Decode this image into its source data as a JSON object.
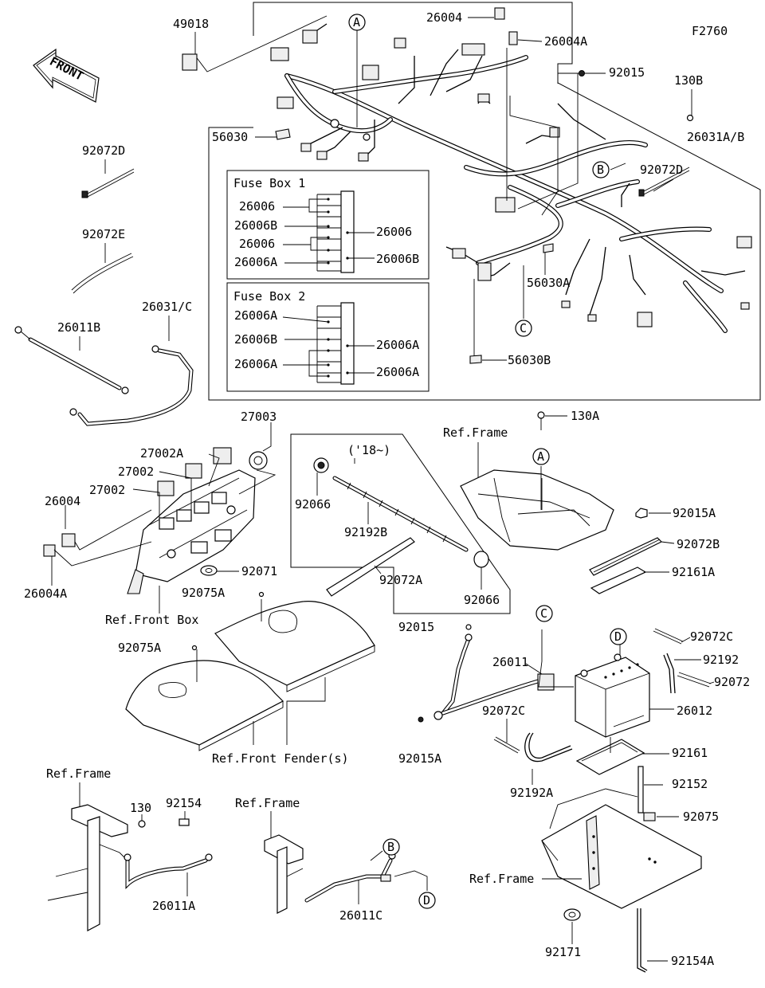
{
  "figure_code": "F2760",
  "front_label": "FRONT",
  "fuse_boxes": [
    {
      "title": "Fuse Box 1",
      "left_labels": [
        "26006",
        "26006B",
        "26006",
        "26006A"
      ],
      "right_labels": [
        "26006",
        "26006B"
      ]
    },
    {
      "title": "Fuse Box 2",
      "left_labels": [
        "26006A",
        "26006B",
        "26006A"
      ],
      "right_labels": [
        "26006A",
        "26006A"
      ]
    }
  ],
  "callouts": {
    "A": "A",
    "B": "B",
    "C": "C",
    "D": "D"
  },
  "labels": {
    "p49018": "49018",
    "p26004_top": "26004",
    "p26004A_top": "26004A",
    "p92015_top": "92015",
    "p130B": "130B",
    "p26031AB": "26031A/B",
    "p56030": "56030",
    "p92072D_right": "92072D",
    "p92072D_left": "92072D",
    "p92072E": "92072E",
    "p26031C": "26031/C",
    "p26011B": "26011B",
    "p56030A": "56030A",
    "p56030B": "56030B",
    "p27003": "27003",
    "p27002A": "27002A",
    "p27002_a": "27002",
    "p27002_b": "27002",
    "p26004": "26004",
    "p26004A": "26004A",
    "p92071": "92071",
    "ref_front_box": "Ref.Front Box",
    "year_note": "('18~)",
    "p92066_a": "92066",
    "p92192B": "92192B",
    "p92072A": "92072A",
    "p92066_b": "92066",
    "p130A": "130A",
    "ref_frame_top": "Ref.Frame",
    "p92015A_top": "92015A",
    "p92072B": "92072B",
    "p92161A": "92161A",
    "p92075A_a": "92075A",
    "p92075A_b": "92075A",
    "p92015_mid": "92015",
    "p26011": "26011",
    "p92072C_right": "92072C",
    "p92192": "92192",
    "p92072": "92072",
    "p26012": "26012",
    "p92072C_left": "92072C",
    "p92015A_mid": "92015A",
    "p92192A": "92192A",
    "p92161": "92161",
    "p92152": "92152",
    "p92075": "92075",
    "ref_front_fender": "Ref.Front Fender(s)",
    "ref_frame_bl": "Ref.Frame",
    "p130": "130",
    "p92154": "92154",
    "p26011A": "26011A",
    "ref_frame_bm": "Ref.Frame",
    "p26011C": "26011C",
    "ref_frame_br": "Ref.Frame",
    "p92171": "92171",
    "p92154A": "92154A"
  }
}
